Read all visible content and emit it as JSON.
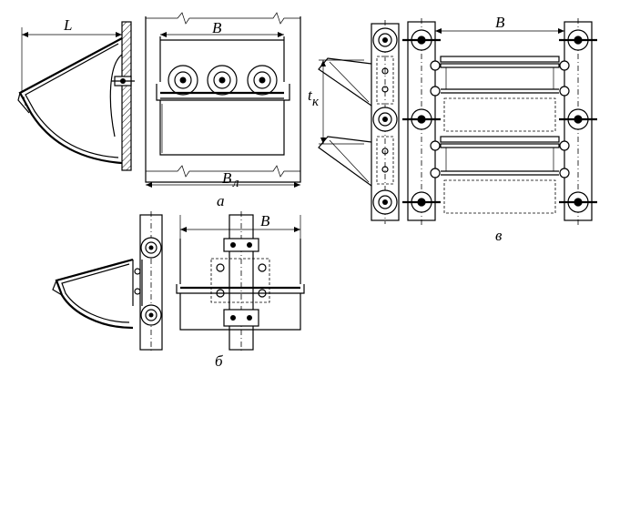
{
  "colors": {
    "ink": "#000000",
    "paper": "#ffffff"
  },
  "labels": {
    "dim_L": "L",
    "dim_B_a": "B",
    "dim_Bl_main": "B",
    "dim_Bl_sub": "л",
    "fig_a": "а",
    "dim_B_b": "B",
    "fig_b": "б",
    "dim_tk_main": "t",
    "dim_tk_sub": "к",
    "dim_B_v": "B",
    "fig_v": "в"
  }
}
